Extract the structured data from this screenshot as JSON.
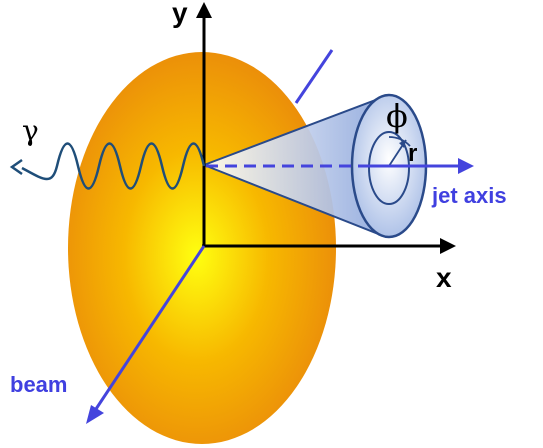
{
  "labels": {
    "y_axis": "y",
    "x_axis": "x",
    "gamma": "γ",
    "phi": "ϕ",
    "r": "r",
    "jet_axis": "jet axis",
    "beam": "beam"
  },
  "colors": {
    "nucleus_center": "#ffff10",
    "nucleus_mid": "#f7b800",
    "nucleus_edge": "#e8830c",
    "axis_dark": "#000000",
    "axis_blue": "#4444dd",
    "cone_fill_light": "#ffffff",
    "cone_fill_dark": "#8fa8dc",
    "cone_stroke": "#2a4a8a",
    "photon_wave": "#1f4e79",
    "label_blue": "#4040e0"
  },
  "icons": {
    "photon": "wavy-photon-icon",
    "y_arrow": "arrow-up-icon",
    "x_arrow": "arrow-right-icon",
    "beam_arrow": "arrow-down-left-icon",
    "jet_arrow": "arrow-right-icon"
  }
}
